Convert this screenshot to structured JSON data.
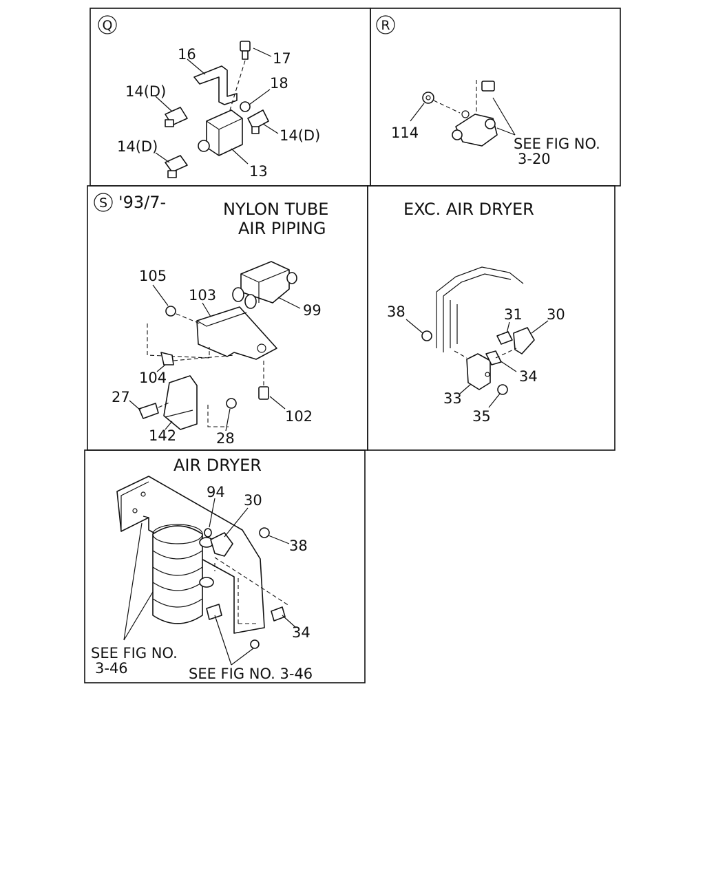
{
  "panels": {
    "q": {
      "letter": "Q",
      "labels": {
        "p16": "16",
        "p17": "17",
        "p18": "18",
        "p14a": "14(D)",
        "p14b": "14(D)",
        "p14c": "14(D)",
        "p13": "13"
      }
    },
    "r": {
      "letter": "R",
      "labels": {
        "p114": "114",
        "see_line1": "SEE FIG NO.",
        "see_line2": "3-20"
      }
    },
    "s": {
      "letter": "S",
      "date": "'93/7-",
      "title_line1": "NYLON TUBE",
      "title_line2": "AIR PIPING",
      "labels": {
        "p105": "105",
        "p103": "103",
        "p99": "99",
        "p104": "104",
        "p27": "27",
        "p142": "142",
        "p28": "28",
        "p102": "102"
      }
    },
    "exc": {
      "title": "EXC. AIR DRYER",
      "labels": {
        "p38": "38",
        "p31": "31",
        "p30": "30",
        "p34": "34",
        "p33": "33",
        "p35": "35"
      }
    },
    "dryer": {
      "title": "AIR DRYER",
      "labels": {
        "p94": "94",
        "p30": "30",
        "p38": "38",
        "p34": "34",
        "see_a1": "SEE FIG NO.",
        "see_a2": "3-46",
        "see_b": "SEE FIG NO. 3-46"
      }
    }
  }
}
